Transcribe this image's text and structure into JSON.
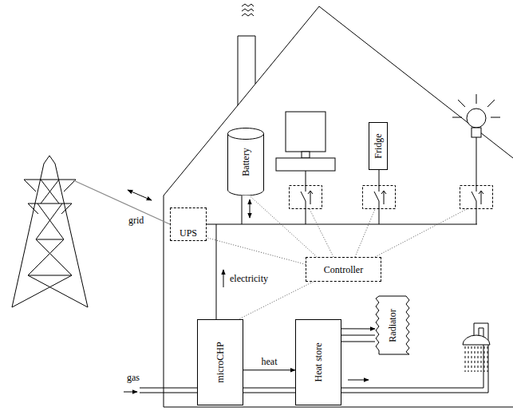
{
  "diagram": {
    "nodes": [
      {
        "text": [
          "Battery"
        ]
      },
      {
        "text": [
          "Fridge"
        ]
      },
      {
        "text": [
          "UPS"
        ]
      },
      {
        "text": [
          "Controller"
        ]
      },
      {
        "text": [
          "microCHP"
        ]
      },
      {
        "text": [
          "Heat store"
        ]
      },
      {
        "text": [
          "Radiator"
        ]
      }
    ],
    "edges": [
      {
        "from": 3,
        "to": 2,
        "arrow": "none"
      },
      {
        "from": 3,
        "to": 0,
        "arrow": "none"
      },
      {
        "from": 3,
        "to": 4,
        "arrow": "none"
      },
      {
        "from": 4,
        "to": 5,
        "label": "heat",
        "arrow": "to"
      },
      {
        "from": 5,
        "to": 6,
        "arrow": "to"
      }
    ],
    "labels": [
      "grid",
      "electricity",
      "gas"
    ]
  }
}
